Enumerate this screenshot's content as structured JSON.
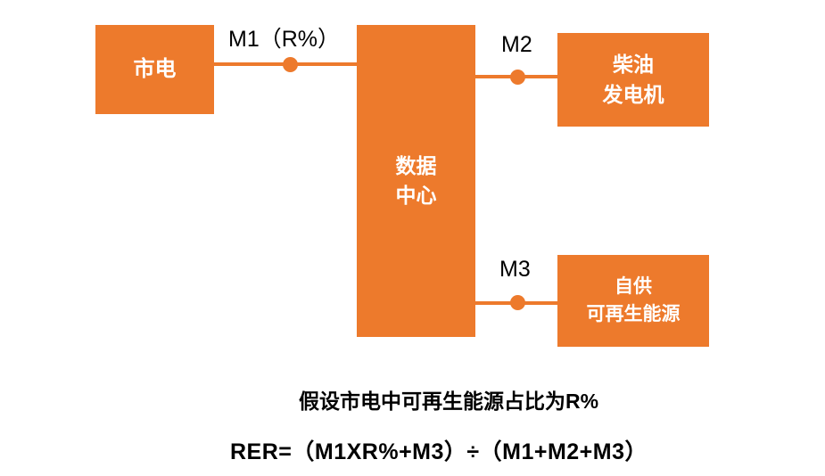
{
  "colors": {
    "accent_orange": "#ED7A2C",
    "text_black": "#000000",
    "background": "#FFFFFF"
  },
  "nodes": {
    "mains": {
      "label": "市电"
    },
    "datacenter": {
      "line1": "数据",
      "line2": "中心"
    },
    "diesel_generator": {
      "line1": "柴油",
      "line2": "发电机"
    },
    "self_renewable": {
      "line1": "自供",
      "line2": "可再生能源"
    }
  },
  "edges": {
    "m1": {
      "label": "M1（R%）"
    },
    "m2": {
      "label": "M2"
    },
    "m3": {
      "label": "M3"
    }
  },
  "notes": {
    "assumption": "假设市电中可再生能源占比为R%",
    "formula": "RER=（M1XR%+M3）÷（M1+M2+M3）"
  }
}
